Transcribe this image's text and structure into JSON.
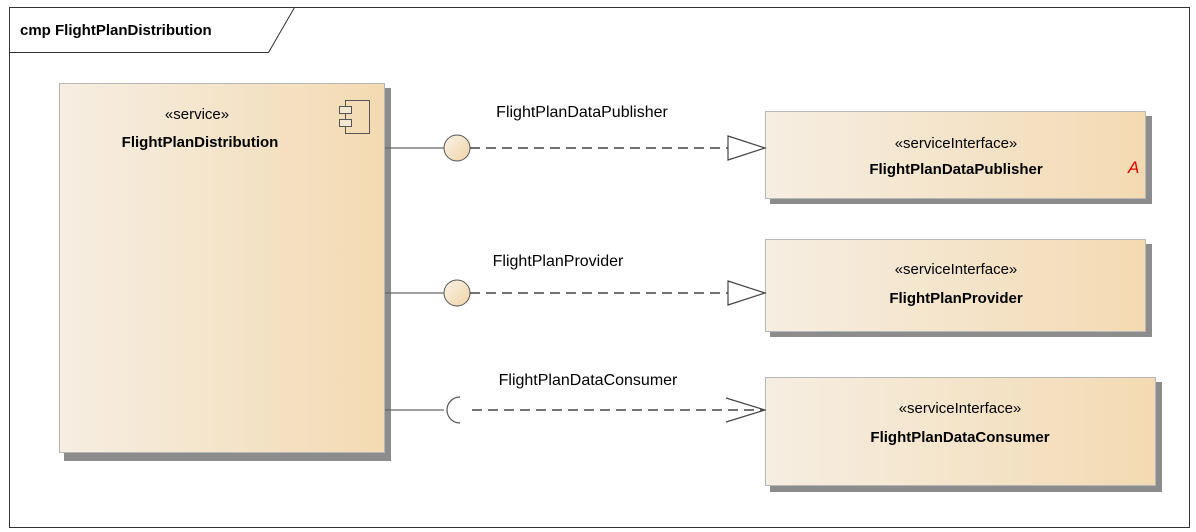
{
  "frame": {
    "title": "cmp FlightPlanDistribution"
  },
  "component": {
    "stereotype": "«service»",
    "name": "FlightPlanDistribution",
    "fill_start": "#f5ebdc",
    "fill_end": "#f3dcb7",
    "border": "#b7b7b7"
  },
  "connectors": [
    {
      "label": "FlightPlanDataPublisher",
      "kind": "provided"
    },
    {
      "label": "FlightPlanProvider",
      "kind": "provided"
    },
    {
      "label": "FlightPlanDataConsumer",
      "kind": "required"
    }
  ],
  "interfaces": [
    {
      "stereotype": "«serviceInterface»",
      "name": "FlightPlanDataPublisher",
      "marker": "A"
    },
    {
      "stereotype": "«serviceInterface»",
      "name": "FlightPlanProvider"
    },
    {
      "stereotype": "«serviceInterface»",
      "name": "FlightPlanDataConsumer"
    }
  ]
}
